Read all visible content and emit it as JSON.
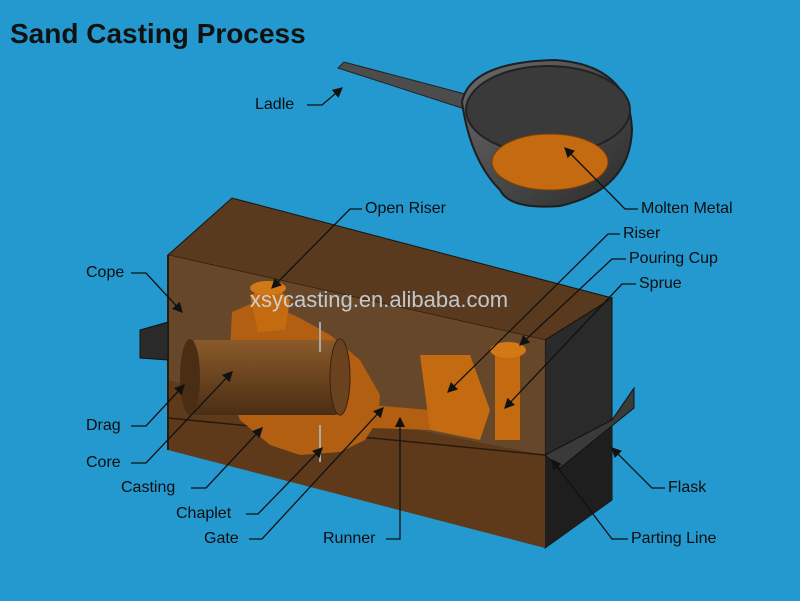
{
  "title": "Sand Casting Process",
  "watermark": "xsycasting.en.alibaba.com",
  "labels": {
    "ladle": "Ladle",
    "open_riser": "Open Riser",
    "molten_metal": "Molten Metal",
    "riser": "Riser",
    "pouring_cup": "Pouring Cup",
    "sprue": "Sprue",
    "cope": "Cope",
    "drag": "Drag",
    "core": "Core",
    "casting": "Casting",
    "chaplet": "Chaplet",
    "gate": "Gate",
    "runner": "Runner",
    "flask": "Flask",
    "parting_line": "Parting Line"
  },
  "colors": {
    "background": "#2399cf",
    "flask": "#3a2a1e",
    "metal": "#c46a10",
    "ladle": "#4a4a4a",
    "leader": "#111111"
  }
}
